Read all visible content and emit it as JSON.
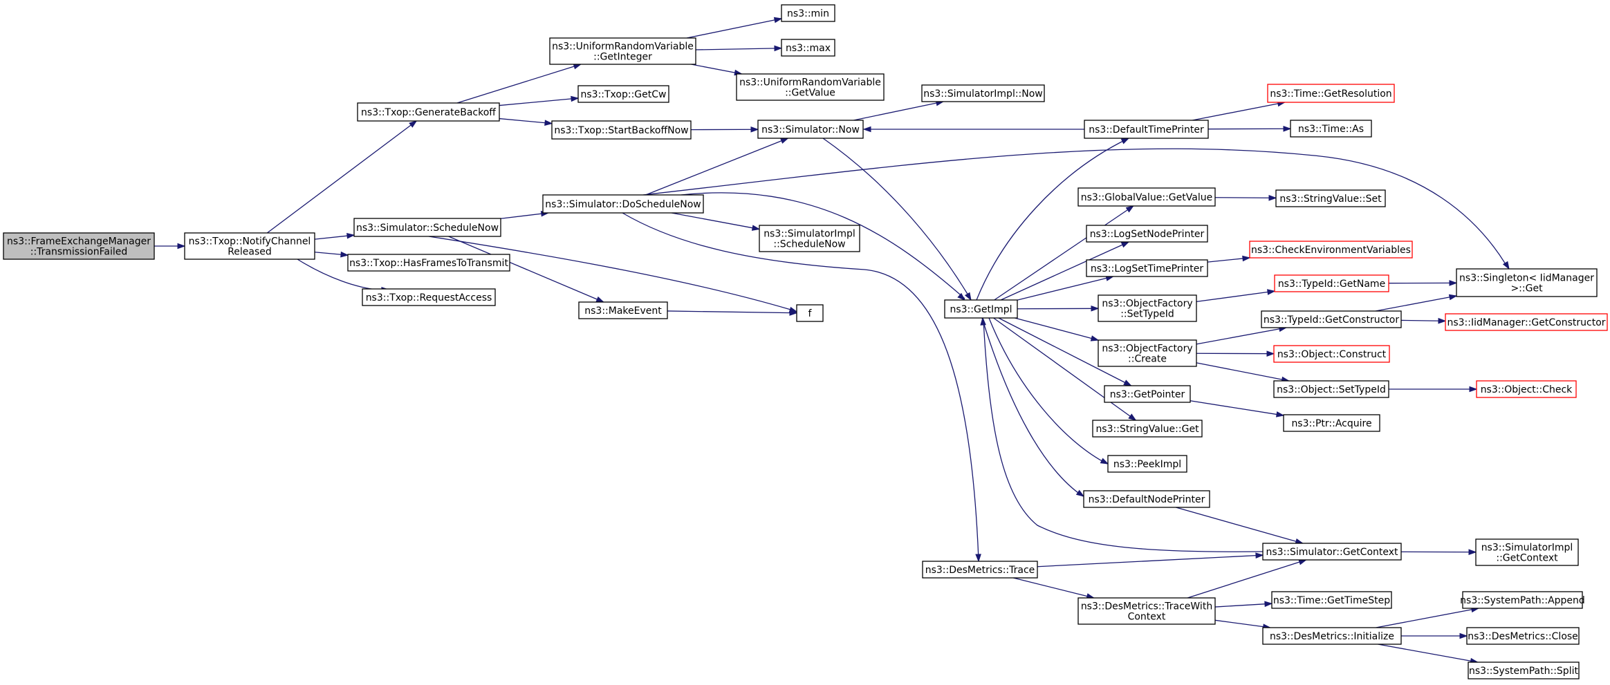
{
  "graph": {
    "nodes": [
      {
        "id": "fem",
        "lines": [
          "ns3::FrameExchangeManager",
          "::TransmissionFailed"
        ],
        "style": "root"
      },
      {
        "id": "notify",
        "lines": [
          "ns3::Txop::NotifyChannel",
          "Released"
        ],
        "style": "normal"
      },
      {
        "id": "genbackoff",
        "lines": [
          "ns3::Txop::GenerateBackoff"
        ],
        "style": "normal"
      },
      {
        "id": "schednow",
        "lines": [
          "ns3::Simulator::ScheduleNow"
        ],
        "style": "normal"
      },
      {
        "id": "hasframes",
        "lines": [
          "ns3::Txop::HasFramesToTransmit"
        ],
        "style": "normal"
      },
      {
        "id": "reqaccess",
        "lines": [
          "ns3::Txop::RequestAccess"
        ],
        "style": "normal"
      },
      {
        "id": "urvget",
        "lines": [
          "ns3::UniformRandomVariable",
          "::GetInteger"
        ],
        "style": "normal"
      },
      {
        "id": "getcw",
        "lines": [
          "ns3::Txop::GetCw"
        ],
        "style": "normal"
      },
      {
        "id": "startbo",
        "lines": [
          "ns3::Txop::StartBackoffNow"
        ],
        "style": "normal"
      },
      {
        "id": "doschednow",
        "lines": [
          "ns3::Simulator::DoScheduleNow"
        ],
        "style": "normal"
      },
      {
        "id": "makeevent",
        "lines": [
          "ns3::MakeEvent"
        ],
        "style": "normal"
      },
      {
        "id": "min",
        "lines": [
          "ns3::min"
        ],
        "style": "normal"
      },
      {
        "id": "max",
        "lines": [
          "ns3::max"
        ],
        "style": "normal"
      },
      {
        "id": "urvgetvalue",
        "lines": [
          "ns3::UniformRandomVariable",
          "::GetValue"
        ],
        "style": "normal"
      },
      {
        "id": "simnow",
        "lines": [
          "ns3::Simulator::Now"
        ],
        "style": "normal"
      },
      {
        "id": "simimplsched",
        "lines": [
          "ns3::SimulatorImpl",
          "::ScheduleNow"
        ],
        "style": "normal"
      },
      {
        "id": "f",
        "lines": [
          "f"
        ],
        "style": "normal"
      },
      {
        "id": "simimplnow",
        "lines": [
          "ns3::SimulatorImpl::Now"
        ],
        "style": "normal"
      },
      {
        "id": "getimpl",
        "lines": [
          "ns3::GetImpl"
        ],
        "style": "normal"
      },
      {
        "id": "destrace",
        "lines": [
          "ns3::DesMetrics::Trace"
        ],
        "style": "normal"
      },
      {
        "id": "deftimeprinter",
        "lines": [
          "ns3::DefaultTimePrinter"
        ],
        "style": "normal"
      },
      {
        "id": "gvget",
        "lines": [
          "ns3::GlobalValue::GetValue"
        ],
        "style": "normal"
      },
      {
        "id": "lognode",
        "lines": [
          "ns3::LogSetNodePrinter"
        ],
        "style": "normal"
      },
      {
        "id": "logtime",
        "lines": [
          "ns3::LogSetTimePrinter"
        ],
        "style": "normal"
      },
      {
        "id": "ofsettype",
        "lines": [
          "ns3::ObjectFactory",
          "::SetTypeId"
        ],
        "style": "normal"
      },
      {
        "id": "ofcreate",
        "lines": [
          "ns3::ObjectFactory",
          "::Create"
        ],
        "style": "normal"
      },
      {
        "id": "getpointer",
        "lines": [
          "ns3::GetPointer"
        ],
        "style": "normal"
      },
      {
        "id": "svget",
        "lines": [
          "ns3::StringValue::Get"
        ],
        "style": "normal"
      },
      {
        "id": "peekimpl",
        "lines": [
          "ns3::PeekImpl"
        ],
        "style": "normal"
      },
      {
        "id": "defnodeprinter",
        "lines": [
          "ns3::DefaultNodePrinter"
        ],
        "style": "normal"
      },
      {
        "id": "dmtracewith",
        "lines": [
          "ns3::DesMetrics::TraceWith",
          "Context"
        ],
        "style": "normal"
      },
      {
        "id": "getres",
        "lines": [
          "ns3::Time::GetResolution"
        ],
        "style": "red"
      },
      {
        "id": "timeas",
        "lines": [
          "ns3::Time::As"
        ],
        "style": "normal"
      },
      {
        "id": "svset",
        "lines": [
          "ns3::StringValue::Set"
        ],
        "style": "normal"
      },
      {
        "id": "checkenv",
        "lines": [
          "ns3::CheckEnvironmentVariables"
        ],
        "style": "red"
      },
      {
        "id": "tidgetname",
        "lines": [
          "ns3::TypeId::GetName"
        ],
        "style": "red"
      },
      {
        "id": "tidgetcons",
        "lines": [
          "ns3::TypeId::GetConstructor"
        ],
        "style": "normal"
      },
      {
        "id": "objconstruct",
        "lines": [
          "ns3::Object::Construct"
        ],
        "style": "red"
      },
      {
        "id": "objsettype",
        "lines": [
          "ns3::Object::SetTypeId"
        ],
        "style": "normal"
      },
      {
        "id": "ptracquire",
        "lines": [
          "ns3::Ptr::Acquire"
        ],
        "style": "normal"
      },
      {
        "id": "simgetctx",
        "lines": [
          "ns3::Simulator::GetContext"
        ],
        "style": "normal"
      },
      {
        "id": "timegetstep",
        "lines": [
          "ns3::Time::GetTimeStep"
        ],
        "style": "normal"
      },
      {
        "id": "dminit",
        "lines": [
          "ns3::DesMetrics::Initialize"
        ],
        "style": "normal"
      },
      {
        "id": "singleton",
        "lines": [
          "ns3::Singleton< IidManager",
          " >::Get"
        ],
        "style": "normal"
      },
      {
        "id": "iidgetcons",
        "lines": [
          "ns3::IidManager::GetConstructor"
        ],
        "style": "red"
      },
      {
        "id": "objcheck",
        "lines": [
          "ns3::Object::Check"
        ],
        "style": "red"
      },
      {
        "id": "simimplgetctx",
        "lines": [
          "ns3::SimulatorImpl",
          "::GetContext"
        ],
        "style": "normal"
      },
      {
        "id": "spappend",
        "lines": [
          "ns3::SystemPath::Append"
        ],
        "style": "normal"
      },
      {
        "id": "dmclose",
        "lines": [
          "ns3::DesMetrics::Close"
        ],
        "style": "normal"
      },
      {
        "id": "spsplit",
        "lines": [
          "ns3::SystemPath::Split"
        ],
        "style": "normal"
      }
    ],
    "edges": [
      [
        "fem",
        "notify"
      ],
      [
        "notify",
        "genbackoff"
      ],
      [
        "notify",
        "schednow"
      ],
      [
        "notify",
        "hasframes"
      ],
      [
        "notify",
        "reqaccess"
      ],
      [
        "genbackoff",
        "urvget"
      ],
      [
        "genbackoff",
        "getcw"
      ],
      [
        "genbackoff",
        "startbo"
      ],
      [
        "urvget",
        "min"
      ],
      [
        "urvget",
        "max"
      ],
      [
        "urvget",
        "urvgetvalue"
      ],
      [
        "startbo",
        "simnow"
      ],
      [
        "schednow",
        "doschednow"
      ],
      [
        "schednow",
        "makeevent"
      ],
      [
        "schednow",
        "f"
      ],
      [
        "makeevent",
        "f"
      ],
      [
        "doschednow",
        "simnow"
      ],
      [
        "doschednow",
        "simimplsched"
      ],
      [
        "doschednow",
        "getimpl"
      ],
      [
        "doschednow",
        "singleton"
      ],
      [
        "doschednow",
        "destrace"
      ],
      [
        "simnow",
        "simimplnow"
      ],
      [
        "simnow",
        "getimpl"
      ],
      [
        "deftimeprinter",
        "simnow"
      ],
      [
        "deftimeprinter",
        "getres"
      ],
      [
        "deftimeprinter",
        "timeas"
      ],
      [
        "getimpl",
        "deftimeprinter"
      ],
      [
        "getimpl",
        "gvget"
      ],
      [
        "getimpl",
        "lognode"
      ],
      [
        "getimpl",
        "logtime"
      ],
      [
        "getimpl",
        "ofsettype"
      ],
      [
        "getimpl",
        "ofcreate"
      ],
      [
        "getimpl",
        "getpointer"
      ],
      [
        "getimpl",
        "svget"
      ],
      [
        "getimpl",
        "peekimpl"
      ],
      [
        "getimpl",
        "defnodeprinter"
      ],
      [
        "simgetctx",
        "getimpl"
      ],
      [
        "gvget",
        "svset"
      ],
      [
        "logtime",
        "checkenv"
      ],
      [
        "ofsettype",
        "tidgetname"
      ],
      [
        "ofcreate",
        "tidgetcons"
      ],
      [
        "ofcreate",
        "objconstruct"
      ],
      [
        "ofcreate",
        "objsettype"
      ],
      [
        "getpointer",
        "ptracquire"
      ],
      [
        "defnodeprinter",
        "simgetctx"
      ],
      [
        "tidgetname",
        "singleton"
      ],
      [
        "tidgetcons",
        "singleton"
      ],
      [
        "tidgetcons",
        "iidgetcons"
      ],
      [
        "objsettype",
        "objcheck"
      ],
      [
        "destrace",
        "simgetctx"
      ],
      [
        "destrace",
        "dmtracewith"
      ],
      [
        "dmtracewith",
        "simgetctx"
      ],
      [
        "dmtracewith",
        "timegetstep"
      ],
      [
        "dmtracewith",
        "dminit"
      ],
      [
        "simgetctx",
        "simimplgetctx"
      ],
      [
        "dminit",
        "spappend"
      ],
      [
        "dminit",
        "dmclose"
      ],
      [
        "dminit",
        "spsplit"
      ]
    ]
  }
}
